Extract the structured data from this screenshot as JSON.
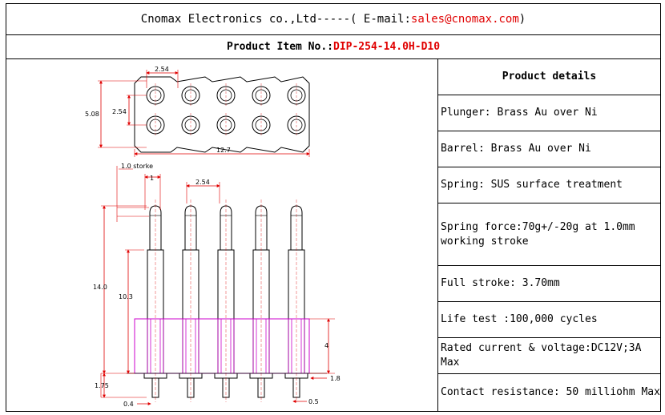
{
  "header": {
    "company": "Cnomax Electronics co.,Ltd-----( E-mail: ",
    "email": "sales@cnomax.com",
    "close": ")"
  },
  "product_item": {
    "label": "Product Item No.: ",
    "value": "DIP-254-14.0H-D10"
  },
  "drawing": {
    "dims": {
      "pitch_top": "2.54",
      "row_pitch": "2.54",
      "height_top": "5.08",
      "width_top": "12.7",
      "stroke": "1.0 storke",
      "stroke_val": "1",
      "pitch_side": "2.54",
      "total_h": "14.0",
      "barrel_h": "10.3",
      "block_h": "4",
      "tail_h": "1.75",
      "tail_w": "0.4",
      "flange_w": "1.8",
      "tail_d": "0.5"
    },
    "colors": {
      "block": "#cc00cc",
      "dim_line": "#e00000",
      "outline": "#000000"
    }
  },
  "details": {
    "title": "Product details",
    "items": [
      "Plunger: Brass Au over Ni",
      "Barrel: Brass Au over Ni",
      "Spring: SUS surface treatment",
      "Spring force:70g+/-20g at 1.0mm working stroke",
      "Full stroke: 3.70mm",
      "Life test :100,000 cycles",
      "Rated current & voltage:DC12V;3A Max",
      "Contact resistance: 50 milliohm Max"
    ]
  }
}
